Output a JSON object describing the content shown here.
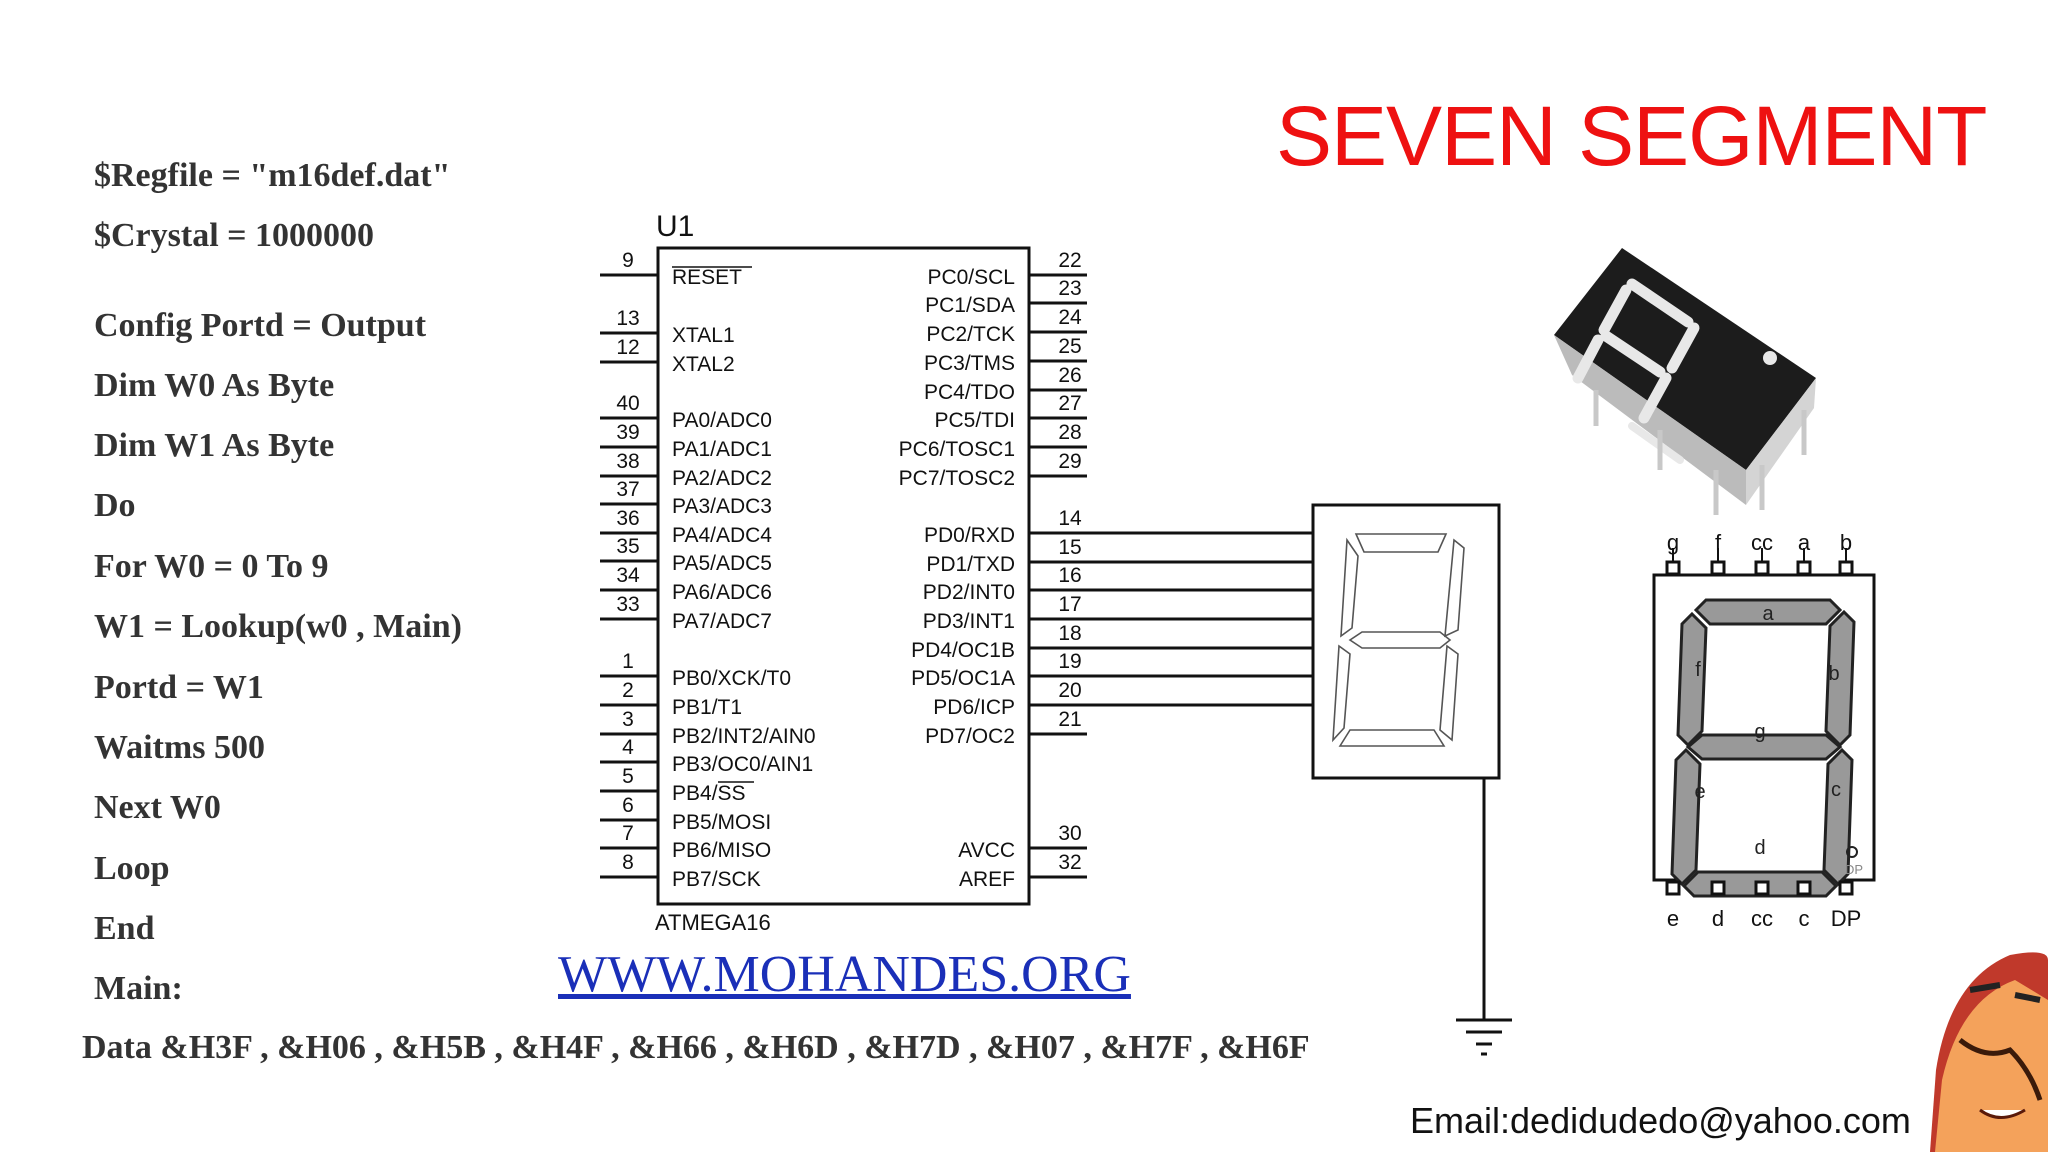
{
  "title": "SEVEN SEGMENT",
  "code": [
    "$Regfile = \"m16def.dat\"",
    "$Crystal = 1000000",
    "Config Portd = Output",
    "Dim W0 As Byte",
    "Dim W1 As Byte",
    "Do",
    "For W0 = 0 To 9",
    "W1 = Lookup(w0 , Main)",
    "Portd = W1",
    "Waitms 500",
    "Next W0",
    "Loop",
    "End",
    "Main:",
    "Data &H3F , &H06 , &H5B , &H4F , &H66 , &H6D , &H7D , &H07 , &H7F , &H6F"
  ],
  "chip": {
    "ref": "U1",
    "part": "ATMEGA16",
    "left_pins": [
      {
        "num": "9",
        "label": "RESET"
      },
      {
        "num": "13",
        "label": "XTAL1"
      },
      {
        "num": "12",
        "label": "XTAL2"
      },
      {
        "num": "40",
        "label": "PA0/ADC0"
      },
      {
        "num": "39",
        "label": "PA1/ADC1"
      },
      {
        "num": "38",
        "label": "PA2/ADC2"
      },
      {
        "num": "37",
        "label": "PA3/ADC3"
      },
      {
        "num": "36",
        "label": "PA4/ADC4"
      },
      {
        "num": "35",
        "label": "PA5/ADC5"
      },
      {
        "num": "34",
        "label": "PA6/ADC6"
      },
      {
        "num": "33",
        "label": "PA7/ADC7"
      },
      {
        "num": "1",
        "label": "PB0/XCK/T0"
      },
      {
        "num": "2",
        "label": "PB1/T1"
      },
      {
        "num": "3",
        "label": "PB2/INT2/AIN0"
      },
      {
        "num": "4",
        "label": "PB3/OC0/AIN1"
      },
      {
        "num": "5",
        "label": "PB4/SS"
      },
      {
        "num": "6",
        "label": "PB5/MOSI"
      },
      {
        "num": "7",
        "label": "PB6/MISO"
      },
      {
        "num": "8",
        "label": "PB7/SCK"
      }
    ],
    "right_pins": [
      {
        "num": "22",
        "label": "PC0/SCL"
      },
      {
        "num": "23",
        "label": "PC1/SDA"
      },
      {
        "num": "24",
        "label": "PC2/TCK"
      },
      {
        "num": "25",
        "label": "PC3/TMS"
      },
      {
        "num": "26",
        "label": "PC4/TDO"
      },
      {
        "num": "27",
        "label": "PC5/TDI"
      },
      {
        "num": "28",
        "label": "PC6/TOSC1"
      },
      {
        "num": "29",
        "label": "PC7/TOSC2"
      },
      {
        "num": "14",
        "label": "PD0/RXD"
      },
      {
        "num": "15",
        "label": "PD1/TXD"
      },
      {
        "num": "16",
        "label": "PD2/INT0"
      },
      {
        "num": "17",
        "label": "PD3/INT1"
      },
      {
        "num": "18",
        "label": "PD4/OC1B"
      },
      {
        "num": "19",
        "label": "PD5/OC1A"
      },
      {
        "num": "20",
        "label": "PD6/ICP"
      },
      {
        "num": "21",
        "label": "PD7/OC2"
      },
      {
        "num": "30",
        "label": "AVCC"
      },
      {
        "num": "32",
        "label": "AREF"
      }
    ]
  },
  "pinout": {
    "top_labels": [
      "g",
      "f",
      "cc",
      "a",
      "b"
    ],
    "bottom_labels": [
      "e",
      "d",
      "cc",
      "c",
      "DP"
    ],
    "segments": [
      "a",
      "b",
      "c",
      "d",
      "e",
      "f",
      "g"
    ],
    "dp": "DP"
  },
  "website": "WWW.MOHANDES.ORG",
  "email": "Email:dedidudedo@yahoo.com",
  "colors": {
    "title": "#ee1111",
    "website": "#1a2fb8"
  }
}
